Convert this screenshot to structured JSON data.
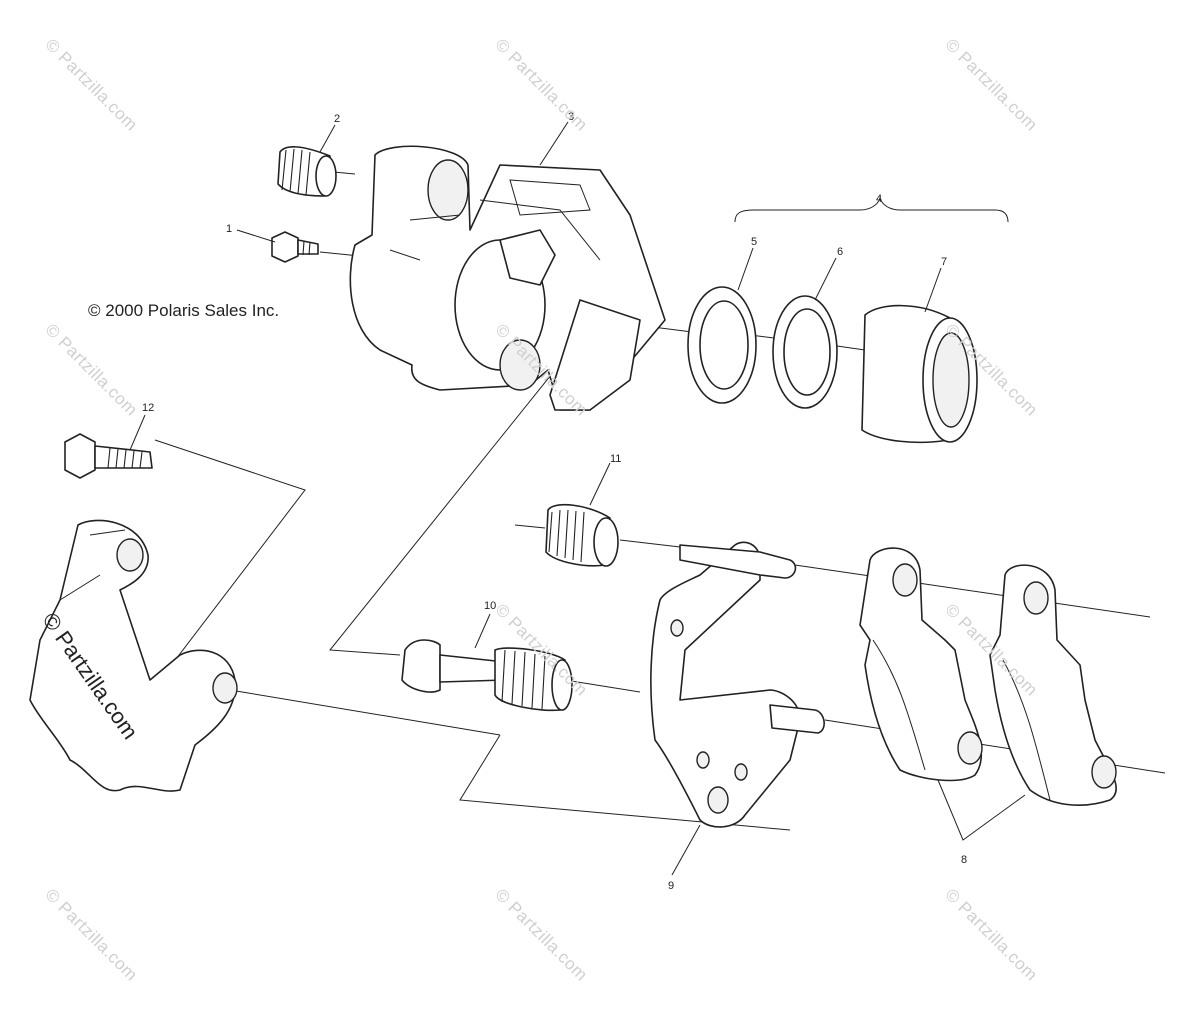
{
  "copyright": "© 2000 Polaris Sales Inc.",
  "watermark": "© Partzilla.com",
  "callouts": [
    "1",
    "2",
    "3",
    "4",
    "5",
    "6",
    "7",
    "8",
    "9",
    "10",
    "11",
    "12"
  ]
}
